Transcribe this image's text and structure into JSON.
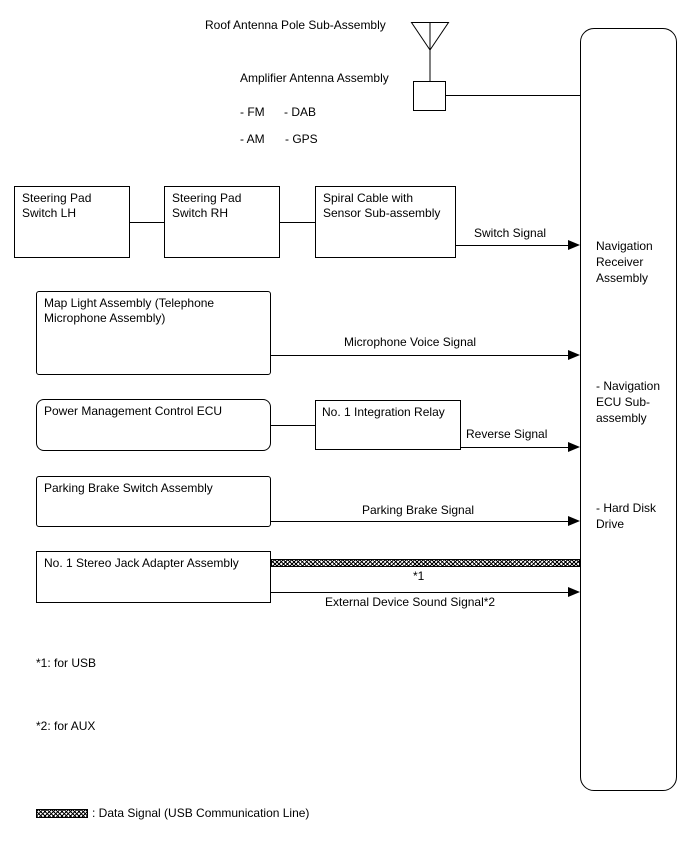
{
  "antenna": {
    "roof_label": "Roof Antenna Pole Sub-Assembly",
    "amplifier_label": "Amplifier Antenna Assembly",
    "bands": {
      "fm": "- FM",
      "dab": "- DAB",
      "am": "- AM",
      "gps": "- GPS"
    }
  },
  "receiver": {
    "title": "Navigation Receiver Assembly",
    "ecu": "- Navigation ECU Sub-assembly",
    "hdd": "- Hard Disk Drive"
  },
  "components": {
    "steering_lh": "Steering Pad Switch LH",
    "steering_rh": "Steering Pad Switch RH",
    "spiral_cable": "Spiral Cable with Sensor Sub-assembly",
    "map_light": "Map Light Assembly (Telephone Microphone Assembly)",
    "power_ecu": "Power Management Control ECU",
    "integration_relay": "No. 1 Integration Relay",
    "parking_brake": "Parking Brake Switch Assembly",
    "stereo_jack": "No. 1 Stereo Jack Adapter Assembly"
  },
  "signals": {
    "switch": "Switch Signal",
    "microphone": "Microphone Voice Signal",
    "reverse": "Reverse Signal",
    "parking": "Parking Brake Signal",
    "usb_note_ref": "*1",
    "external": "External Device Sound Signal*2"
  },
  "footnotes": {
    "usb": "*1: for USB",
    "aux": "*2: for AUX"
  },
  "legend": {
    "data_signal": ": Data Signal (USB Communication Line)"
  },
  "colors": {
    "line": "#000000",
    "background": "#ffffff"
  }
}
